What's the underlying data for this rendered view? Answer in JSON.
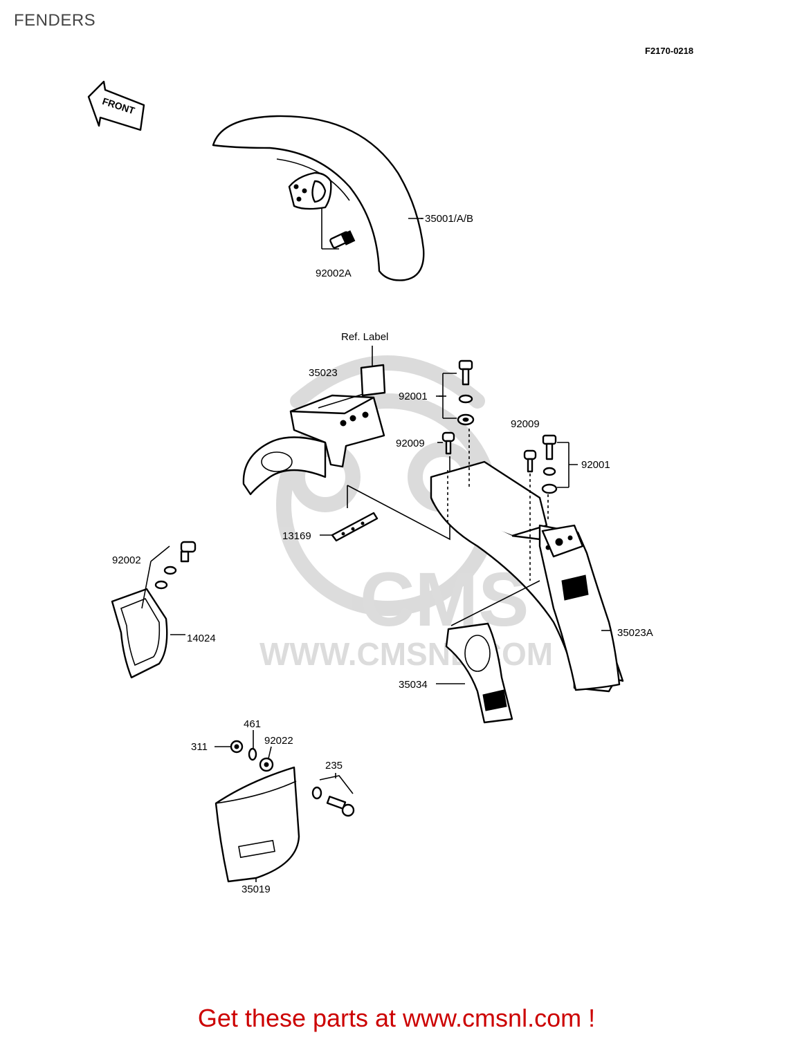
{
  "header": {
    "title": "FENDERS",
    "figure_code": "F2170-0218"
  },
  "front_marker": "FRONT",
  "watermark": {
    "logo_text": "CMS",
    "url_text": "WWW.CMSNL.COM"
  },
  "labels": {
    "p35001": "35001/A/B",
    "p92002A": "92002A",
    "ref_label": "Ref. Label",
    "p35023": "35023",
    "p92001_left": "92001",
    "p92009_left": "92009",
    "p92009_right": "92009",
    "p92001_right": "92001",
    "p13169": "13169",
    "p92002": "92002",
    "p14024": "14024",
    "p35023A": "35023A",
    "p35034": "35034",
    "p461": "461",
    "p311": "311",
    "p92022": "92022",
    "p235": "235",
    "p35019": "35019"
  },
  "footer": {
    "cta": "Get these parts at www.cmsnl.com !"
  }
}
